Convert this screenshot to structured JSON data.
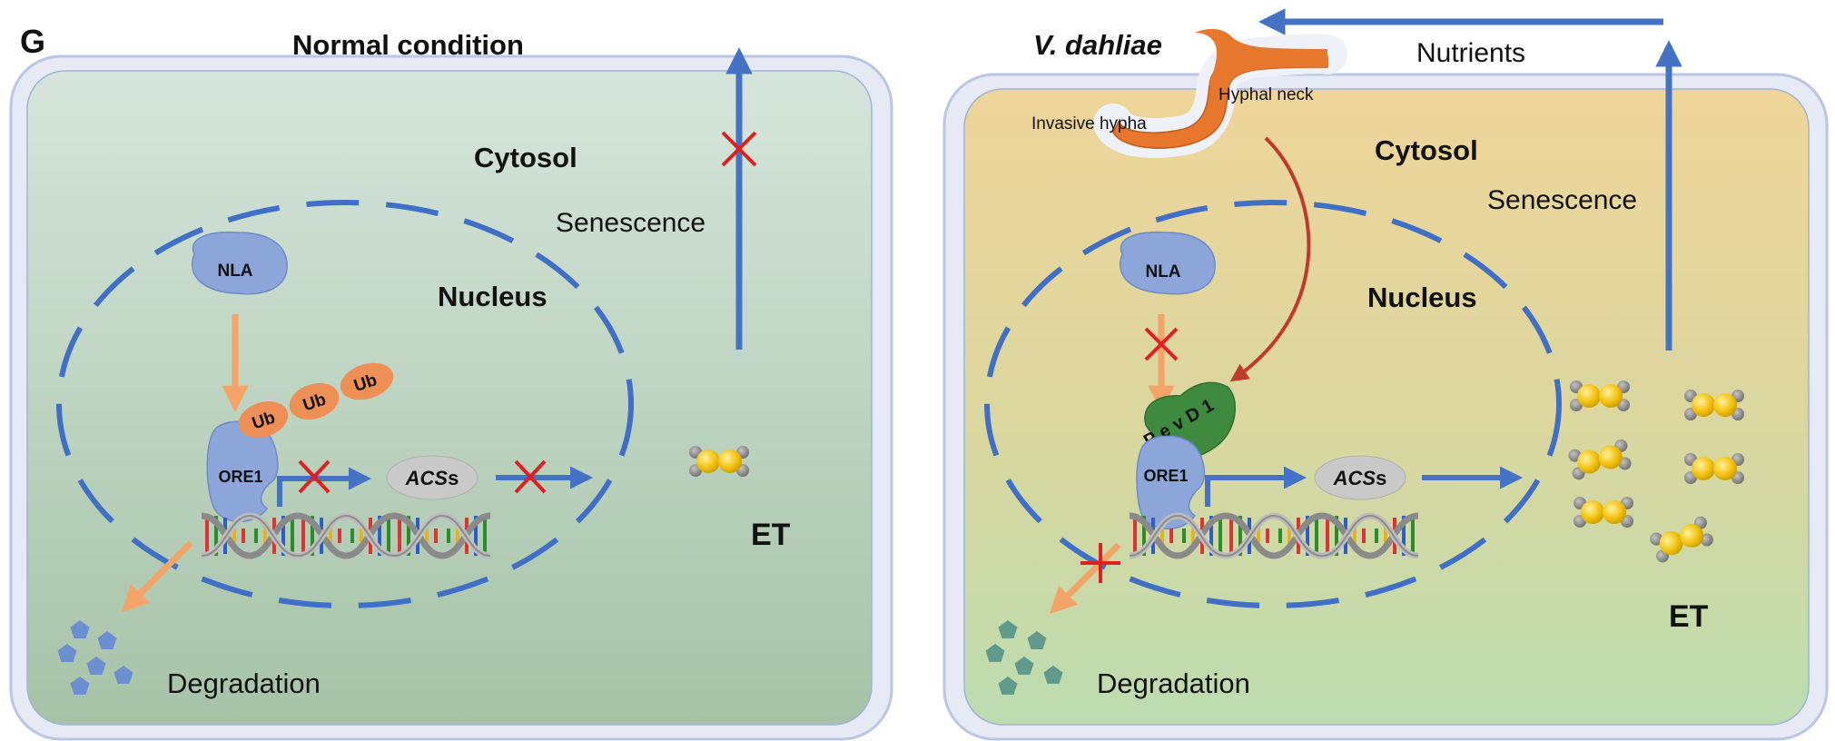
{
  "figure": {
    "panel_letter": "G",
    "left_panel": {
      "title": "Normal condition",
      "cytosol": "Cytosol",
      "nucleus": "Nucleus",
      "senescence": "Senescence",
      "nla": "NLA",
      "ub_tags": [
        "Ub",
        "Ub",
        "Ub"
      ],
      "ore1": "ORE1",
      "acs": "ACS",
      "acs_suffix": "s",
      "et": "ET",
      "degradation": "Degradation"
    },
    "right_panel": {
      "title": "V. dahliae",
      "nutrients": "Nutrients",
      "hyphal_neck": "Hyphal neck",
      "invasive_hypha": "Invasive hypha",
      "cytosol": "Cytosol",
      "nucleus": "Nucleus",
      "senescence": "Senescence",
      "nla": "NLA",
      "pevd1": "PevD1",
      "ore1": "ORE1",
      "acs": "ACS",
      "acs_suffix": "s",
      "et": "ET",
      "degradation": "Degradation"
    }
  },
  "colors": {
    "left_cell_top": "#d5e4da",
    "left_cell_bottom": "#a7c4a8",
    "right_cell_top": "#eed59a",
    "right_cell_bottom": "#bfdcae",
    "cell_wall": "#dfe5f1",
    "nucleus_dash": "#3f6fc6",
    "arrow_blue": "#4472c4",
    "arrow_orange": "#f4a468",
    "arrow_red": "#c0392b",
    "cross_red": "#e02020",
    "protein_blue": "#8ca6da",
    "ub_orange": "#ee8f55",
    "pevd1_green": "#3e8a3e",
    "hypha_orange": "#e8772e",
    "et_yellow": "#f4c20d",
    "et_gray": "#808080",
    "pentagon_left": "#6b8fd0",
    "pentagon_right": "#5f9a8c"
  }
}
